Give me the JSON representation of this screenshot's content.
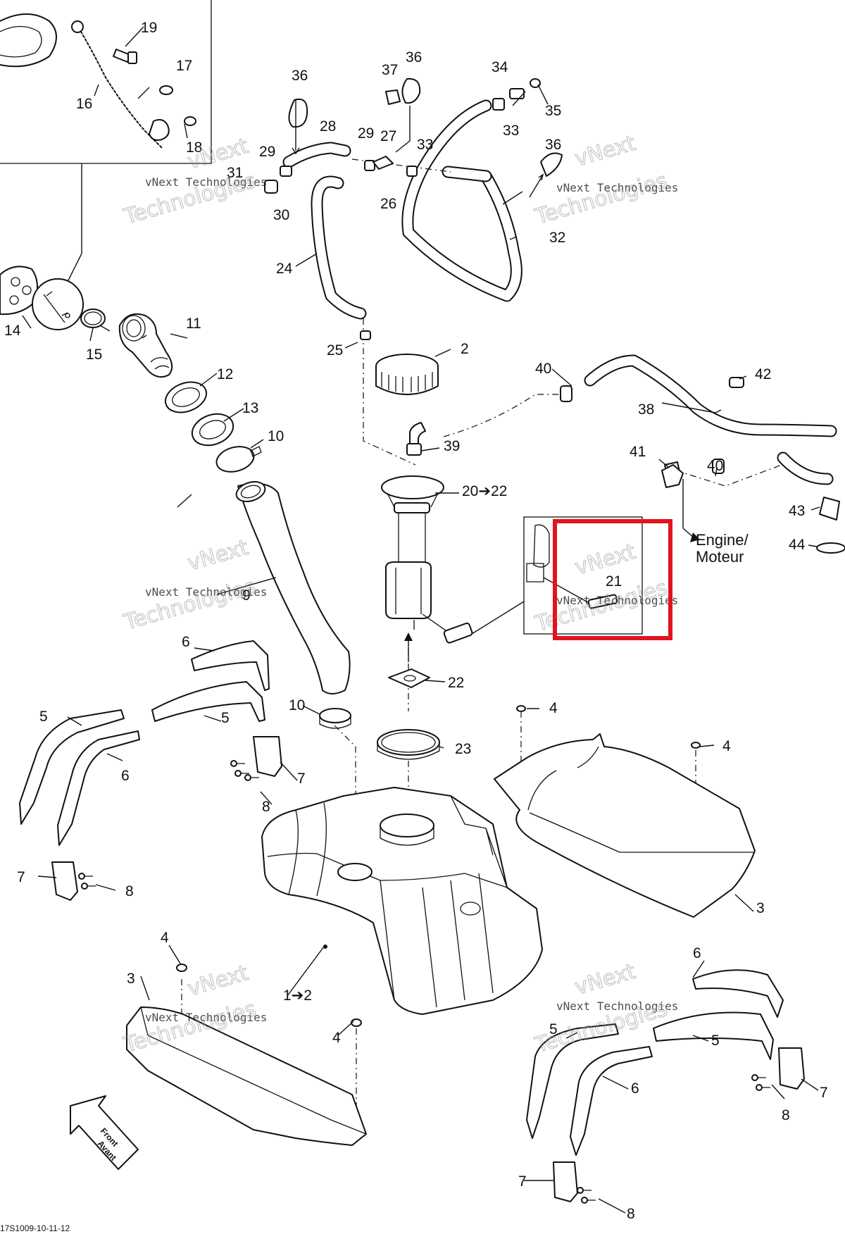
{
  "callouts": [
    {
      "id": "c19",
      "text": "19"
    },
    {
      "id": "c17",
      "text": "17"
    },
    {
      "id": "c16",
      "text": "16"
    },
    {
      "id": "c18",
      "text": "18"
    },
    {
      "id": "c36a",
      "text": "36"
    },
    {
      "id": "c37",
      "text": "37"
    },
    {
      "id": "c36b",
      "text": "36"
    },
    {
      "id": "c34",
      "text": "34"
    },
    {
      "id": "c35",
      "text": "35"
    },
    {
      "id": "c33a",
      "text": "33"
    },
    {
      "id": "c28",
      "text": "28"
    },
    {
      "id": "c29a",
      "text": "29"
    },
    {
      "id": "c27",
      "text": "27"
    },
    {
      "id": "c33b",
      "text": "33"
    },
    {
      "id": "c36c",
      "text": "36"
    },
    {
      "id": "c29b",
      "text": "29"
    },
    {
      "id": "c31",
      "text": "31"
    },
    {
      "id": "c30",
      "text": "30"
    },
    {
      "id": "c26",
      "text": "26"
    },
    {
      "id": "c32",
      "text": "32"
    },
    {
      "id": "c24",
      "text": "24"
    },
    {
      "id": "c14",
      "text": "14"
    },
    {
      "id": "c11",
      "text": "11"
    },
    {
      "id": "c15",
      "text": "15"
    },
    {
      "id": "c25",
      "text": "25"
    },
    {
      "id": "c2",
      "text": "2"
    },
    {
      "id": "c40a",
      "text": "40"
    },
    {
      "id": "c42",
      "text": "42"
    },
    {
      "id": "c12",
      "text": "12"
    },
    {
      "id": "c38",
      "text": "38"
    },
    {
      "id": "c13",
      "text": "13"
    },
    {
      "id": "c10a",
      "text": "10"
    },
    {
      "id": "c39",
      "text": "39"
    },
    {
      "id": "c41",
      "text": "41"
    },
    {
      "id": "c40b",
      "text": "40"
    },
    {
      "id": "c20",
      "text": "20➔22"
    },
    {
      "id": "c43",
      "text": "43"
    },
    {
      "id": "c44",
      "text": "44"
    },
    {
      "id": "c21",
      "text": "21"
    },
    {
      "id": "c9",
      "text": "9"
    },
    {
      "id": "c6a",
      "text": "6"
    },
    {
      "id": "c22",
      "text": "22"
    },
    {
      "id": "c5a",
      "text": "5"
    },
    {
      "id": "c5b",
      "text": "5"
    },
    {
      "id": "c10b",
      "text": "10"
    },
    {
      "id": "c4a",
      "text": "4"
    },
    {
      "id": "c23",
      "text": "23"
    },
    {
      "id": "c4b",
      "text": "4"
    },
    {
      "id": "c6b",
      "text": "6"
    },
    {
      "id": "c7a",
      "text": "7"
    },
    {
      "id": "c8a",
      "text": "8"
    },
    {
      "id": "c7b",
      "text": "7"
    },
    {
      "id": "c8b",
      "text": "8"
    },
    {
      "id": "c3a",
      "text": "3"
    },
    {
      "id": "c4c",
      "text": "4"
    },
    {
      "id": "c3b",
      "text": "3"
    },
    {
      "id": "c1",
      "text": "1➔2"
    },
    {
      "id": "c6c",
      "text": "6"
    },
    {
      "id": "c4d",
      "text": "4"
    },
    {
      "id": "c5c",
      "text": "5"
    },
    {
      "id": "c5d",
      "text": "5"
    },
    {
      "id": "c6d",
      "text": "6"
    },
    {
      "id": "c7c",
      "text": "7"
    },
    {
      "id": "c8c",
      "text": "8"
    },
    {
      "id": "c7d",
      "text": "7"
    },
    {
      "id": "c8d",
      "text": "8"
    }
  ],
  "engine_label": {
    "line1": "Engine/",
    "line2": "Moteur"
  },
  "front_arrow": {
    "line1": "Front",
    "line2": "Avant"
  },
  "watermark": {
    "company": "vNext Technologies",
    "wordmark": "Technologies",
    "brand": "vNext"
  },
  "figure_code": "17S1009-10-11-12",
  "highlight": {
    "color": "#e0141e",
    "part": "21"
  }
}
